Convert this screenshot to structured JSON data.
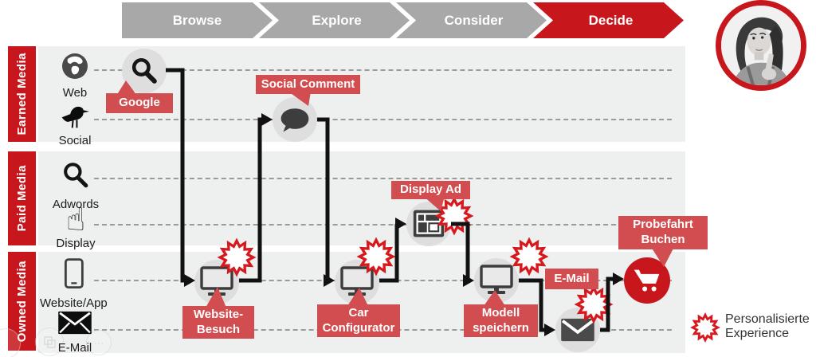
{
  "stages": [
    {
      "label": "Browse",
      "active": false
    },
    {
      "label": "Explore",
      "active": false
    },
    {
      "label": "Consider",
      "active": false
    },
    {
      "label": "Decide",
      "active": true
    }
  ],
  "lanes": [
    {
      "label": "Earned Media",
      "channels": [
        {
          "label": "Web",
          "icon": "globe-icon"
        },
        {
          "label": "Social",
          "icon": "bird-icon"
        }
      ]
    },
    {
      "label": "Paid Media",
      "channels": [
        {
          "label": "Adwords",
          "icon": "magnifier-icon"
        },
        {
          "label": "Display",
          "icon": "hand-cursor-icon"
        }
      ]
    },
    {
      "label": "Owned Media",
      "channels": [
        {
          "label": "Website/App",
          "icon": "tablet-icon"
        },
        {
          "label": "E-Mail",
          "icon": "envelope-icon"
        }
      ]
    }
  ],
  "touchpoints": {
    "google": {
      "label": "Google",
      "icon": "search-icon",
      "personalized": false
    },
    "social_comment": {
      "label": "Social Comment",
      "icon": "speech-bubble-icon",
      "personalized": false
    },
    "website_besuch": {
      "line1": "Website-",
      "line2": "Besuch",
      "icon": "monitor-icon",
      "personalized": true
    },
    "car_configurator": {
      "line1": "Car",
      "line2": "Configurator",
      "icon": "monitor-icon",
      "personalized": true
    },
    "display_ad": {
      "label": "Display Ad",
      "icon": "ad-layout-icon",
      "personalized": true
    },
    "modell_speichern": {
      "line1": "Modell",
      "line2": "speichern",
      "icon": "monitor-icon",
      "personalized": true
    },
    "email": {
      "label": "E-Mail",
      "icon": "envelope-icon",
      "personalized": true
    },
    "probefahrt_buchen": {
      "line1": "Probefahrt",
      "line2": "Buchen",
      "icon": "cart-icon",
      "personalized": false
    }
  },
  "legend": {
    "line1": "Personalisierte",
    "line2": "Experience",
    "icon": "star-burst-icon"
  },
  "watermark": {
    "ellipsis": "···"
  },
  "colors": {
    "primary_red": "#c8161d",
    "label_red": "#d24d4f",
    "star_red": "#d6191f",
    "chevron_gray": "#a8a8a8",
    "lane_bg": "#eeefef",
    "circle_gray": "#dedede",
    "connector_black": "#111111",
    "dash_gray": "#9b9b9b"
  }
}
